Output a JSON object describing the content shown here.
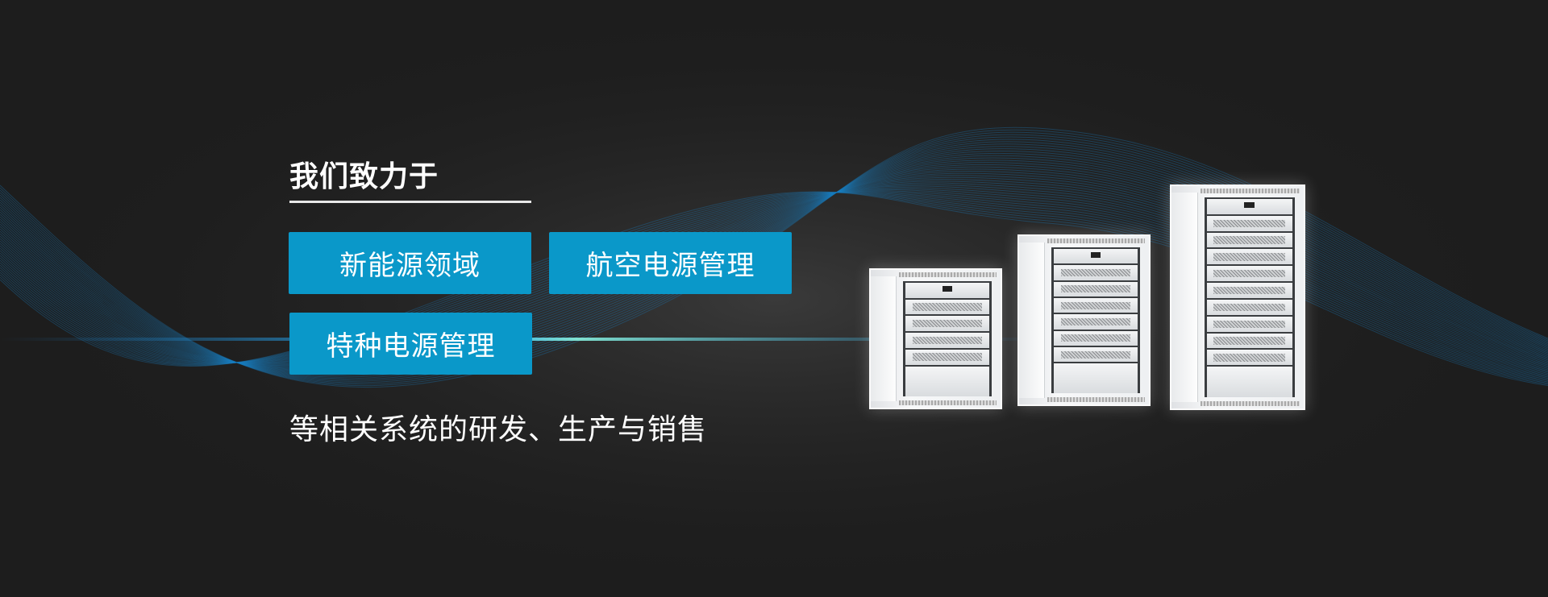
{
  "hero": {
    "heading": "我们致力于",
    "tags": [
      "新能源领域",
      "航空电源管理",
      "特种电源管理"
    ],
    "subtitle": "等相关系统的研发、生产与销售"
  },
  "colors": {
    "accent": "#0a98c9",
    "background": "#1d1d1d",
    "wave": "#1a7fc0"
  },
  "products": [
    {
      "name": "power-cabinet-small",
      "modules": 4
    },
    {
      "name": "power-cabinet-medium",
      "modules": 6
    },
    {
      "name": "power-cabinet-large",
      "modules": 9
    }
  ]
}
